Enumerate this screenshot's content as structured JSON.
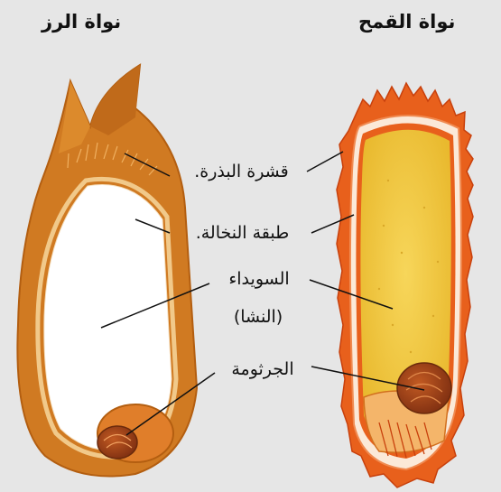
{
  "titles": {
    "rice": "نواة الرز",
    "wheat": "نواة القمح"
  },
  "labels": {
    "seed_coat": "قشرة البذرة.",
    "bran_layer": "طبقة النخالة.",
    "endosperm": "السويداء",
    "starch": "(النشا)",
    "germ": "الجرثومة"
  },
  "colors": {
    "background": "#e6e6e6",
    "husk": "#d07a22",
    "husk_dark": "#b35e10",
    "rice_endosperm": "#ffffff",
    "wheat_endosperm": "#f2c93e",
    "wheat_bran": "#e8601c",
    "germ": "#9a3d18"
  }
}
